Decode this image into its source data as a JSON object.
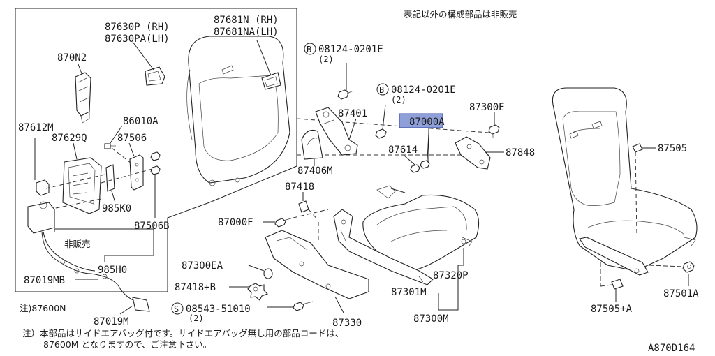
{
  "header_note": "表記以外の構成部品は非販売",
  "footnote_line1": "注）本部品はサイドエアバッグ付です。サイドエアバッグ無し用の部品コードは、",
  "footnote_line2": "87600M となりますので、ご注意下さい。",
  "diagram_code": "A870D164",
  "selected_part": "87000A",
  "labels": {
    "p87630p": "87630P (RH)",
    "p87630pa": "87630PA(LH)",
    "p87681n": "87681N (RH)",
    "p87681na": "87681NA(LH)",
    "p870n2": "870N2",
    "p86010a": "86010A",
    "p87612m": "87612M",
    "p87629q": "87629Q",
    "p87506": "87506",
    "p985k0": "985K0",
    "p87506b": "87506B",
    "hihanbai": "非販売",
    "p985h0": "985H0",
    "p87019mb": "87019MB",
    "p87600n": "注)87600N",
    "p87019m": "87019M",
    "bolt1": "08124-0201E",
    "bolt1_qty": "(2)",
    "bolt2": "08124-0201E",
    "bolt2_qty": "(2)",
    "p87401": "87401",
    "p87406m": "87406M",
    "p87614": "87614",
    "p87300e": "87300E",
    "p87848": "87848",
    "p87418": "87418",
    "p87000f": "87000F",
    "p87300ea": "87300EA",
    "p87418b": "87418+B",
    "screw": "08543-51010",
    "screw_qty": "(2)",
    "p87330": "87330",
    "p87301m": "87301M",
    "p87320p": "87320P",
    "p87300m": "87300M",
    "p87505": "87505",
    "p87505a": "87505+A",
    "p87501a": "87501A",
    "circle_b": "B",
    "circle_s": "S"
  }
}
